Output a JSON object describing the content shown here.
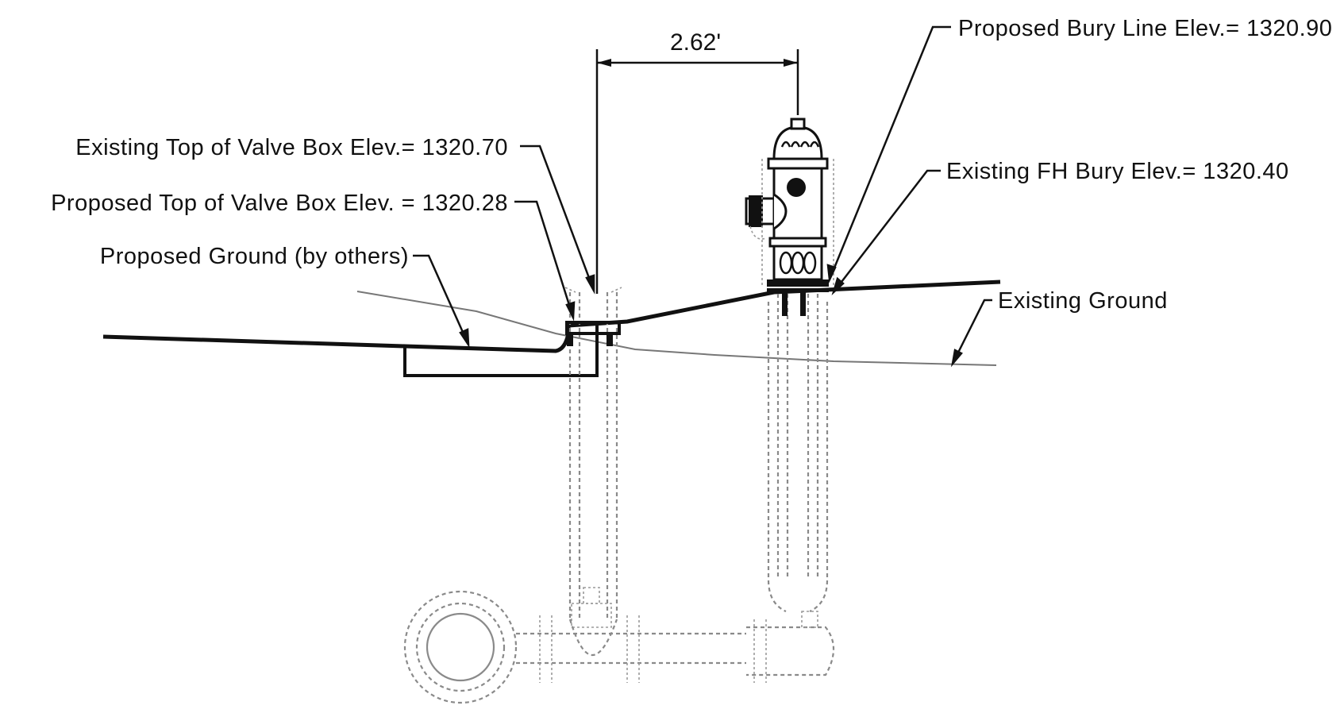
{
  "labels": {
    "dimension": "2.62'",
    "proposed_bury_line": "Proposed Bury Line Elev.= 1320.90",
    "existing_top_valve_box": "Existing Top of Valve Box Elev.= 1320.70",
    "proposed_top_valve_box": "Proposed Top of Valve Box Elev. = 1320.28",
    "existing_fh_bury": "Existing FH Bury Elev.= 1320.40",
    "proposed_ground": "Proposed Ground (by others)",
    "existing_ground": "Existing Ground"
  },
  "colors": {
    "solid_line": "#111111",
    "hidden_line": "#8a8a8a",
    "background": "#ffffff"
  }
}
